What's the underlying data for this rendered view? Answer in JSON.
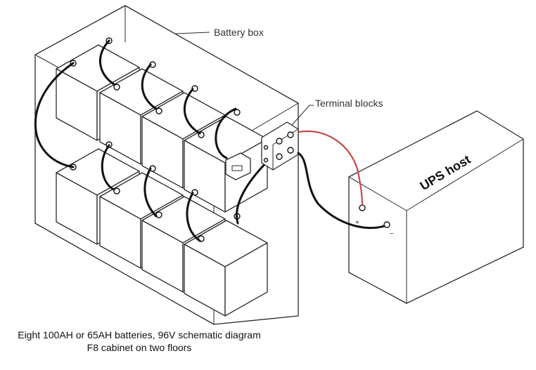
{
  "labels": {
    "battery_box": "Battery box",
    "terminal_blocks": "Terminal blocks",
    "ups_host": "UPS host"
  },
  "caption": {
    "line1": "Eight 100AH or 65AH batteries, 96V schematic diagram",
    "line2": "F8 cabinet on two floors"
  },
  "battery_count": 8,
  "terminal_signs": {
    "plus": "+",
    "minus": "−"
  }
}
